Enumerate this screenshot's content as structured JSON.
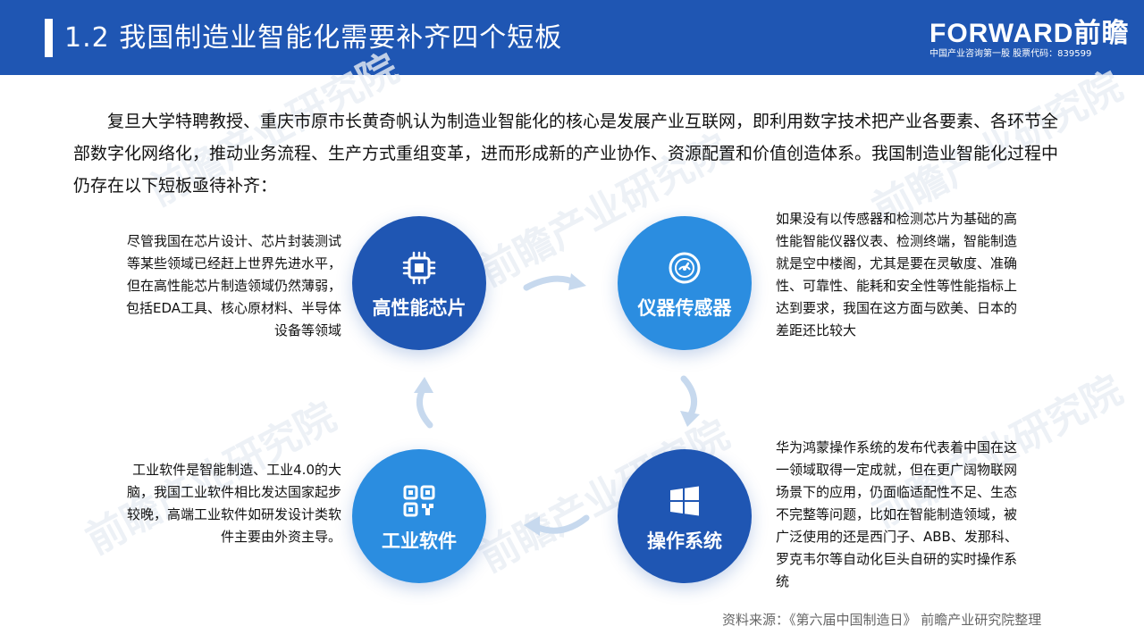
{
  "header": {
    "title": "1.2  我国制造业智能化需要补齐四个短板",
    "logo_word": "FORWARD前瞻",
    "logo_tagline": "中国产业咨询第一股  股票代码：839599"
  },
  "intro": "复旦大学特聘教授、重庆市原市长黄奇帆认为制造业智能化的核心是发展产业互联网，即利用数字技术把产业各要素、各环节全部数字化网络化，推动业务流程、生产方式重组变革，进而形成新的产业协作、资源配置和价值创造体系。我国制造业智能化过程中仍存在以下短板亟待补齐：",
  "watermark": "前瞻产业研究院",
  "nodes": {
    "chip": {
      "label": "高性能芯片",
      "icon": "chip-icon",
      "description": "尽管我国在芯片设计、芯片封装测试等某些领域已经赶上世界先进水平，但在高性能芯片制造领域仍然薄弱，包括EDA工具、核心原材料、半导体设备等领域"
    },
    "sensor": {
      "label": "仪器传感器",
      "icon": "sensor-icon",
      "description": "如果没有以传感器和检测芯片为基础的高性能智能仪器仪表、检测终端，智能制造就是空中楼阁，尤其是要在灵敏度、准确性、可靠性、能耗和安全性等性能指标上达到要求，我国在这方面与欧美、日本的差距还比较大"
    },
    "os": {
      "label": "操作系统",
      "icon": "windows-icon",
      "description": "华为鸿蒙操作系统的发布代表着中国在这一领域取得一定成就，但在更广阔物联网场景下的应用，仍面临适配性不足、生态不完整等问题，比如在智能制造领域，被广泛使用的还是西门子、ABB、发那科、罗克韦尔等自动化巨头自研的实时操作系统"
    },
    "software": {
      "label": "工业软件",
      "icon": "qr-code-icon",
      "description": "工业软件是智能制造、工业4.0的大脑，我国工业软件相比发达国家起步较晚，高端工业软件如研发设计类软件主要由外资主导。"
    }
  },
  "source": "资料来源：《第六届中国制造日》 前瞻产业研究院整理",
  "colors": {
    "primary": "#1f56b3",
    "accent": "#2b8de0",
    "arrow": "#c7d9ee"
  }
}
